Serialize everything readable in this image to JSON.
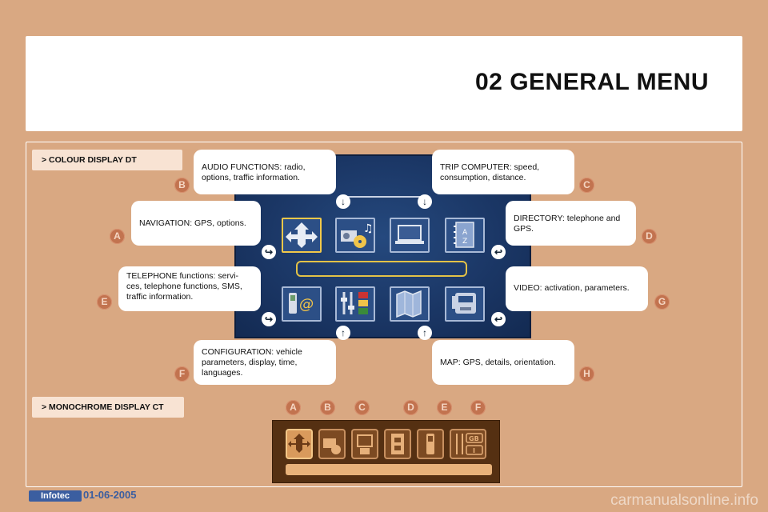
{
  "header": {
    "title": "02 GENERAL MENU"
  },
  "sections": {
    "colour_display": "> COLOUR DISPLAY DT",
    "mono_display": "> MONOCHROME DISPLAY CT"
  },
  "callouts": {
    "audio": "AUDIO FUNCTIONS: radio, options, traffic information.",
    "trip": "TRIP COMPUTER: speed, consumption, distance.",
    "navigation": "NAVIGATION: GPS, options.",
    "directory": "DIRECTORY: telephone and GPS.",
    "telephone": "TELEPHONE functions: servi-ces, telephone functions, SMS, traffic information.",
    "video": "VIDEO: activation, parameters.",
    "configuration": "CONFIGURATION: vehicle parameters, display, time, languages.",
    "map": "MAP: GPS, details, orientation."
  },
  "badges": {
    "a": "A",
    "b": "B",
    "c": "C",
    "d": "D",
    "e": "E",
    "f": "F",
    "g": "G",
    "h": "H"
  },
  "mono_badges": [
    "A",
    "B",
    "C",
    "D",
    "E",
    "F"
  ],
  "icons": {
    "screen_top": [
      "navigation-icon",
      "audio-icon",
      "trip-computer-icon",
      "directory-icon"
    ],
    "screen_bottom": [
      "telephone-icon",
      "configuration-icon",
      "map-icon",
      "video-icon"
    ]
  },
  "mono_tile_text": {
    "gb": "GB",
    "i": "I"
  },
  "directory_letters": {
    "a": "A",
    "z": "Z"
  },
  "footer": {
    "brand": "Infotec",
    "date": "01-06-2005"
  },
  "watermark": "carmanualsonline.info",
  "colors": {
    "background": "#d9a882",
    "badge": "#c2734f",
    "screen": "#1b3766",
    "selected": "#f1c84a"
  }
}
